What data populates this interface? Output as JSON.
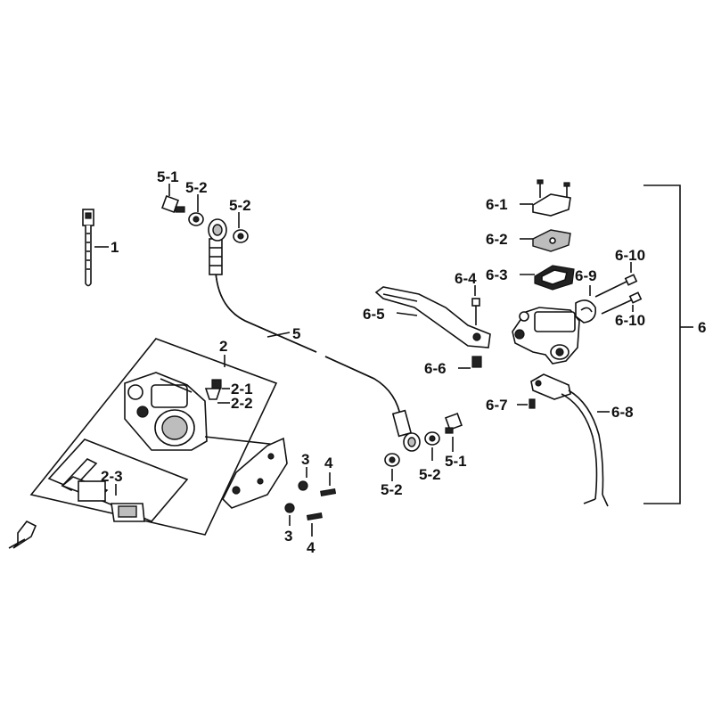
{
  "labels": {
    "p1": "1",
    "p2": "2",
    "p2_1": "2-1",
    "p2_2": "2-2",
    "p2_3": "2-3",
    "p3a": "3",
    "p3b": "3",
    "p4a": "4",
    "p4b": "4",
    "p5": "5",
    "p5_1a": "5-1",
    "p5_1b": "5-1",
    "p5_2a": "5-2",
    "p5_2b": "5-2",
    "p5_2c": "5-2",
    "p5_2d": "5-2",
    "p6": "6",
    "p6_1": "6-1",
    "p6_2": "6-2",
    "p6_3": "6-3",
    "p6_4": "6-4",
    "p6_5": "6-5",
    "p6_6": "6-6",
    "p6_7": "6-7",
    "p6_8": "6-8",
    "p6_9": "6-9",
    "p6_10a": "6-10",
    "p6_10b": "6-10"
  }
}
